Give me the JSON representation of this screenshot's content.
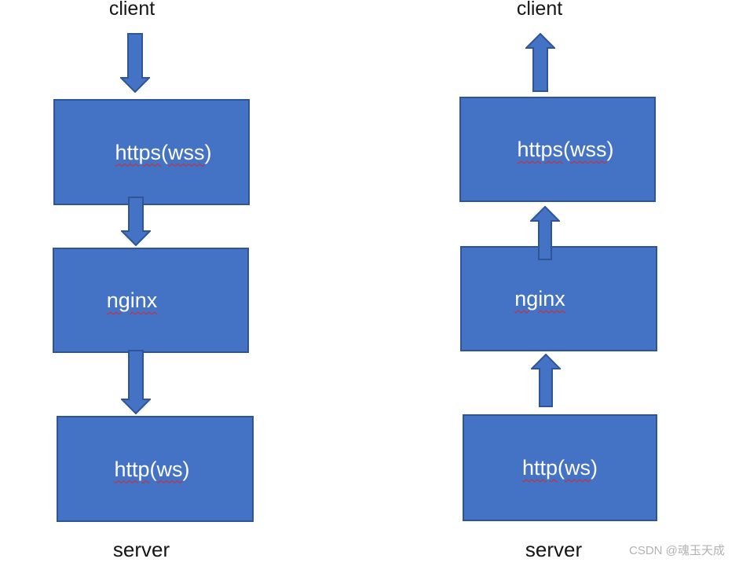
{
  "colors": {
    "page_bg": "#ffffff",
    "box_fill": "#4472c4",
    "box_border": "#2f5597",
    "arrow_fill": "#4472c4",
    "arrow_border": "#2f5597",
    "box_text": "#ffffff",
    "endpoint_text": "#151515",
    "squiggle": "#e0261d",
    "watermark": "#b2b2b2"
  },
  "left_flow": {
    "direction": "down",
    "client_label": "client",
    "server_label": "server",
    "nodes": [
      {
        "id": "https-wss",
        "seg1": "https",
        "open": "(",
        "seg2": "wss",
        "close": ")"
      },
      {
        "id": "nginx",
        "seg1": "nginx"
      },
      {
        "id": "http-ws",
        "seg1": "http",
        "open": "(",
        "seg2": "ws",
        "close": ")"
      }
    ]
  },
  "right_flow": {
    "direction": "up",
    "client_label": "client",
    "server_label": "server",
    "nodes": [
      {
        "id": "https-wss",
        "seg1": "https",
        "open": "(",
        "seg2": "wss",
        "close": ")"
      },
      {
        "id": "nginx",
        "seg1": "nginx"
      },
      {
        "id": "http-ws",
        "seg1": "http",
        "open": "(",
        "seg2": "ws",
        "close": ")"
      }
    ]
  },
  "watermark": {
    "text": "CSDN @魂玉天成"
  }
}
